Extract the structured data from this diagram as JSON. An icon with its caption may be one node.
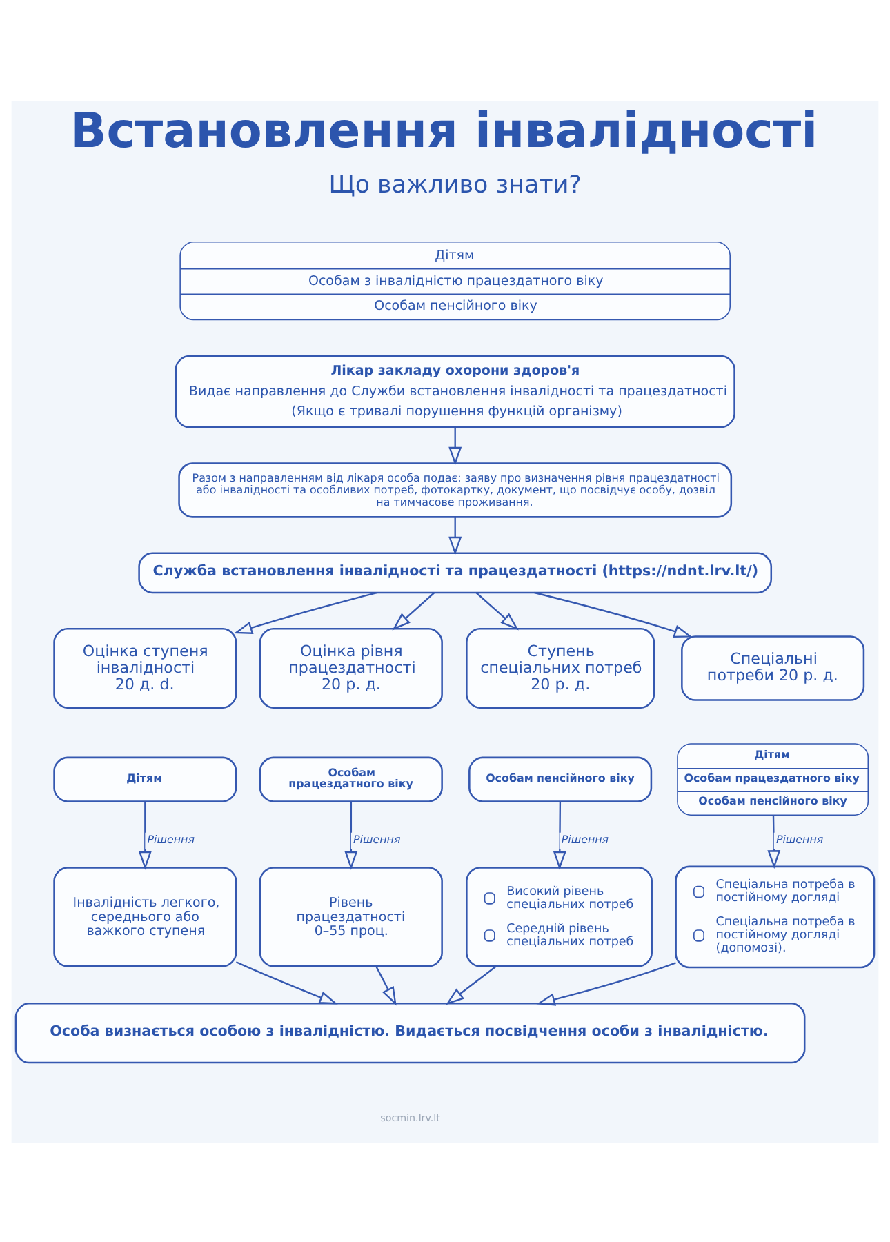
{
  "diagram": {
    "title": "Встановлення інвалідності",
    "nodes": [
      {
        "text": [
          "Дітям",
          "Особам з інвалідністю працездатного віку",
          "Особам пенсійного віку"
        ]
      },
      {
        "text": [
          "Лікар закладу охорони здоров'я",
          "Видає направлення до Служби встановлення інвалідності та працездатності",
          "(Якщо є тривалі порушення функцій організму)"
        ]
      },
      {
        "text": [
          "Разом з направленням від лікаря особа подає: заяву про визначення рівня працездатності або інвалідності та особливих потреб, фотокартку, документ, що посвідчує особу, дозвіл на тимчасове проживання."
        ]
      },
      {
        "text": [
          "Служба встановлення інвалідності та працездатності (https://ndnt.lrv.lt/)"
        ]
      },
      {
        "text": [
          "Оцінка ступеня інвалідності 20 д. d."
        ]
      },
      {
        "text": [
          "Оцінка рівня працездатності 20 р. д."
        ]
      },
      {
        "text": [
          "Ступень спеціальних потреб 20 р. д."
        ]
      },
      {
        "text": [
          "Спеціальні потреби 20 р. д."
        ]
      },
      {
        "text": [
          "Дітям"
        ]
      },
      {
        "text": [
          "Особам працездатного віку"
        ]
      },
      {
        "text": [
          "Особам пенсійного віку"
        ]
      },
      {
        "text": [
          "Дітям",
          "Особам працездатного віку",
          "Особам пенсійного віку"
        ]
      },
      {
        "text": [
          "Інвалідність легкого, середнього або важкого ступеня"
        ]
      },
      {
        "text": [
          "Рівень працездатності 0–55 проц."
        ]
      },
      {
        "text": [
          "Високий рівень спеціальних потреб",
          "Середній рівень спеціальних потреб"
        ]
      },
      {
        "text": [
          "Спеціальна потреба в постійному догляді",
          "Спеціальна потреба в постійному догляді (допомозі)."
        ]
      },
      {
        "text": [
          "Особа визнається особою з інвалідністю. Видається посвідчення особи з інвалідністю."
        ]
      }
    ],
    "edges": [
      {
        "from": 1,
        "to": 2,
        "arrow": "to"
      },
      {
        "from": 2,
        "to": 3,
        "arrow": "to"
      },
      {
        "from": 3,
        "to": 4,
        "arrow": "to"
      },
      {
        "from": 3,
        "to": 5,
        "arrow": "to"
      },
      {
        "from": 3,
        "to": 6,
        "arrow": "to"
      },
      {
        "from": 3,
        "to": 7,
        "arrow": "to"
      },
      {
        "from": 8,
        "to": 12,
        "arrow": "to",
        "label": "Рішення"
      },
      {
        "from": 9,
        "to": 13,
        "arrow": "to",
        "label": "Рішення"
      },
      {
        "from": 10,
        "to": 14,
        "arrow": "to",
        "label": "Рішення"
      },
      {
        "from": 11,
        "to": 15,
        "arrow": "to",
        "label": "Рішення"
      },
      {
        "from": 12,
        "to": 16,
        "arrow": "to"
      },
      {
        "from": 13,
        "to": 16,
        "arrow": "to"
      },
      {
        "from": 14,
        "to": 16,
        "arrow": "to"
      },
      {
        "from": 15,
        "to": 16,
        "arrow": "to"
      }
    ],
    "labels": [
      "Що важливо знати?",
      "socmin.lrv.lt"
    ]
  }
}
